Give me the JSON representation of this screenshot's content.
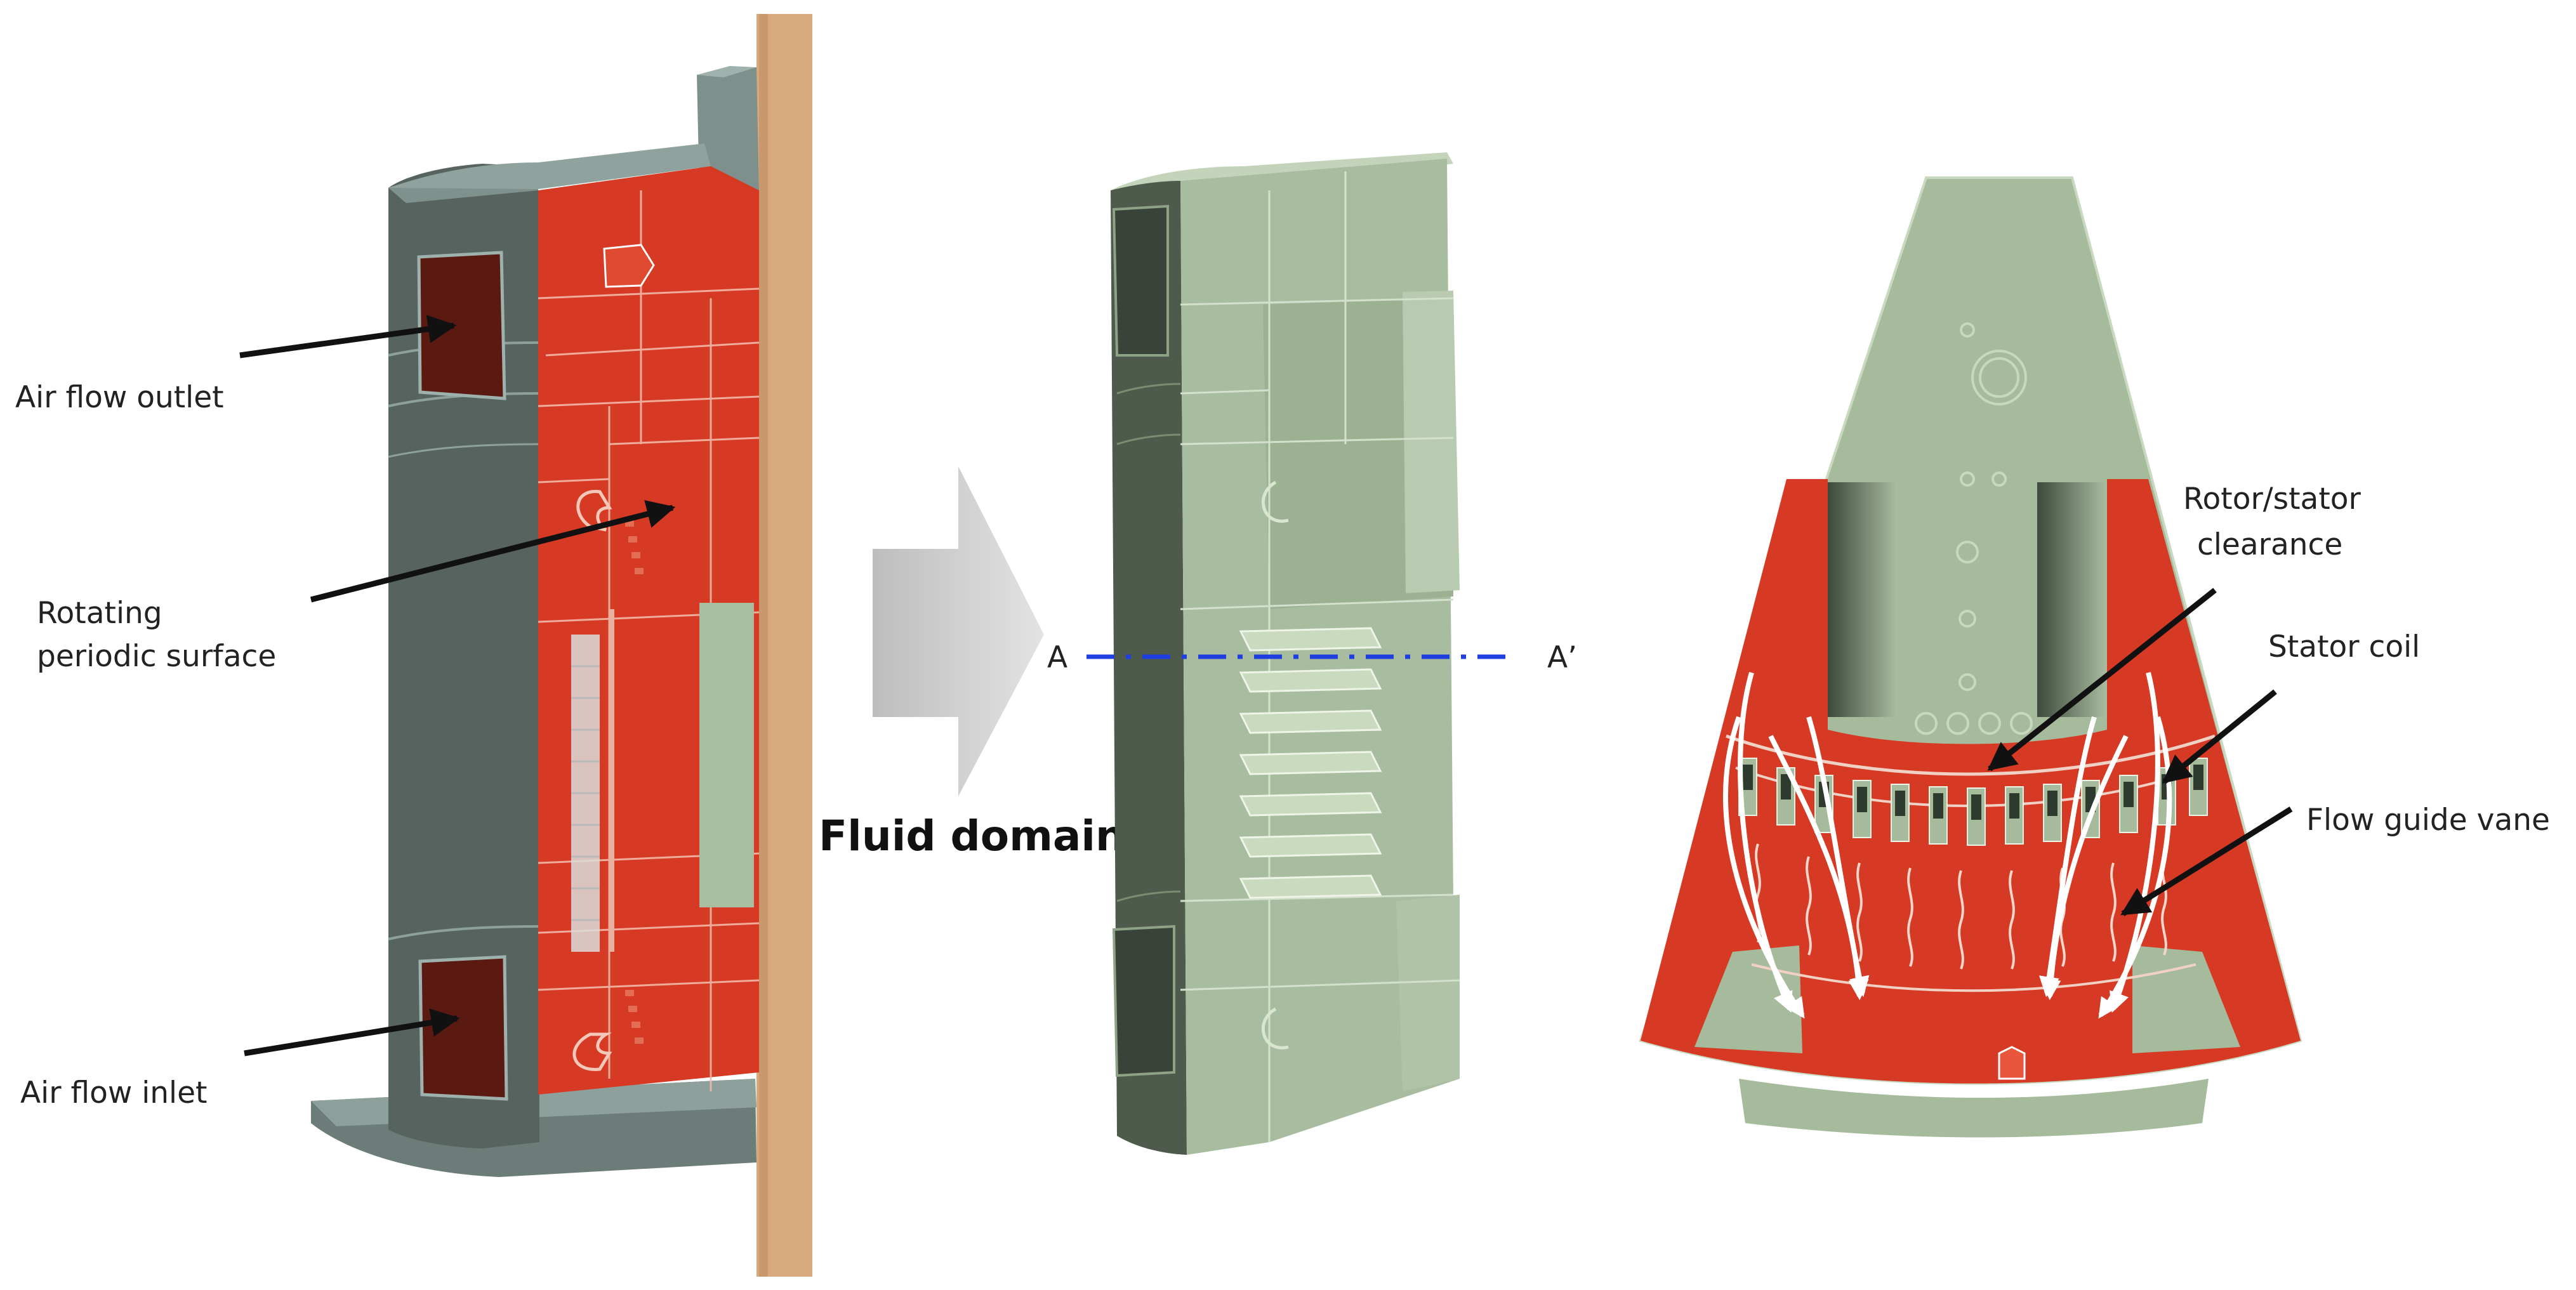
{
  "labels": {
    "air_flow_outlet": "Air flow outlet",
    "rotating_line1": "Rotating",
    "rotating_line2": "periodic surface",
    "air_flow_inlet": "Air flow inlet",
    "fluid_domain": "Fluid domain",
    "section_a": "A",
    "section_a_prime": "A’",
    "rotor_stator_line1": "Rotor/stator",
    "rotor_stator_line2": "clearance",
    "stator_coil": "Stator coil",
    "flow_guide_vane": "Flow guide vane"
  },
  "colors": {
    "red_surface": "#d63a24",
    "dark_red": "#5a1a12",
    "teal_gray": "#5e6e6b",
    "dark_teal": "#3b4a47",
    "light_green": "#a6bb9c",
    "mid_green": "#8ea386",
    "dark_green": "#4a5646",
    "shaft": "#d8a97d",
    "arrow_gray": "#cfcfcf",
    "section_line": "#1f3fe0"
  }
}
